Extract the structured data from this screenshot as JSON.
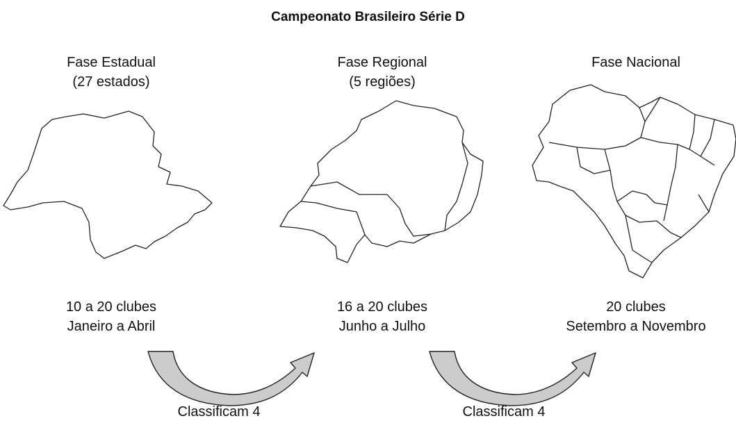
{
  "title": "Campeonato Brasileiro Série D",
  "phases": [
    {
      "name": "Fase Estadual",
      "detail": "(27 estados)",
      "clubs": "10 a 20 clubes",
      "period": "Janeiro a Abril"
    },
    {
      "name": "Fase Regional",
      "detail": "(5 regiões)",
      "clubs": "16 a 20 clubes",
      "period": "Junho a Julho"
    },
    {
      "name": "Fase Nacional",
      "detail": "",
      "clubs": "20 clubes",
      "period": "Setembro a Novembro"
    }
  ],
  "transitions": [
    {
      "label": "Classificam 4"
    },
    {
      "label": "Classificam 4"
    }
  ],
  "colors": {
    "arrow_fill": "#cccccc",
    "outline": "#222222"
  }
}
